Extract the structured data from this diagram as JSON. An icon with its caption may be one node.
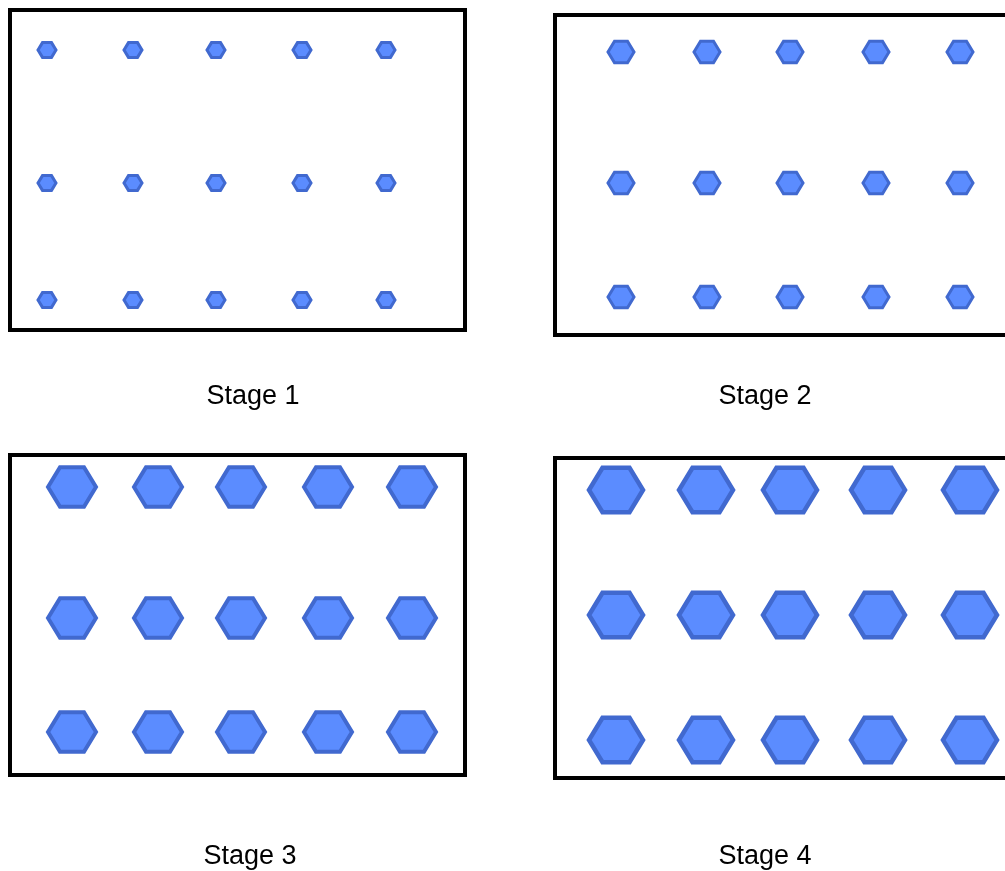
{
  "diagram": {
    "labels": [
      "Stage 1",
      "Stage 2",
      "Stage 3",
      "Stage 4"
    ]
  }
}
